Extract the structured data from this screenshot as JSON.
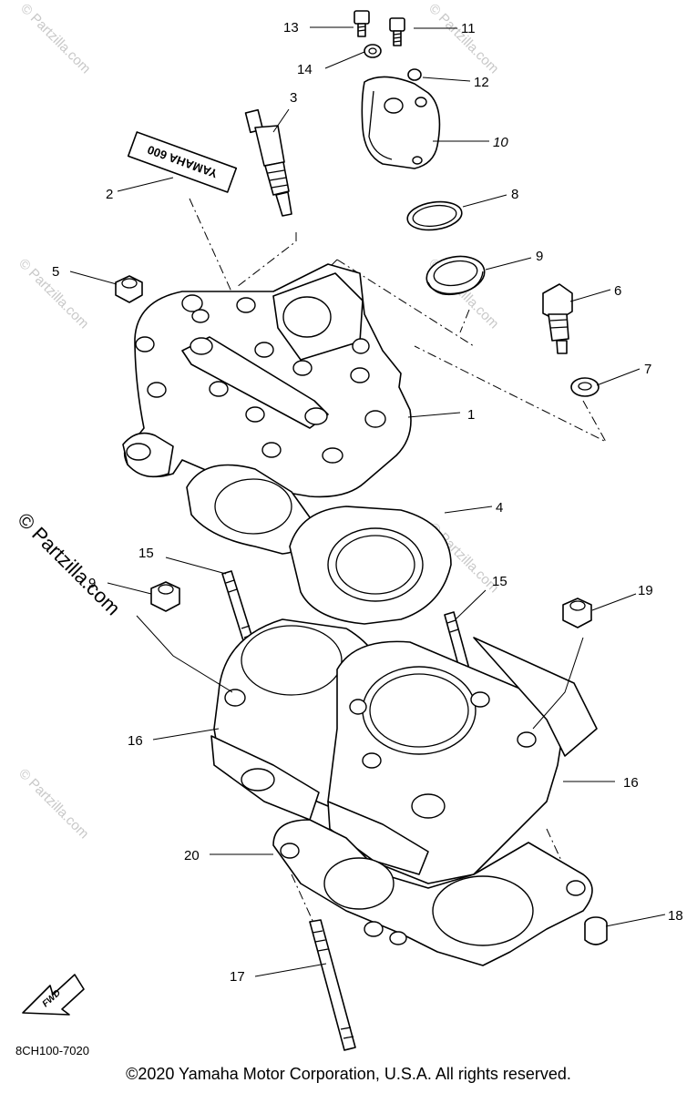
{
  "callouts": {
    "c1": "1",
    "c2": "2",
    "c3": "3",
    "c4": "4",
    "c5": "5",
    "c6": "6",
    "c7": "7",
    "c8": "8",
    "c9": "9",
    "c10": "10",
    "c11": "11",
    "c12": "12",
    "c13": "13",
    "c14": "14",
    "c15a": "15",
    "c15b": "15",
    "c16a": "16",
    "c16b": "16",
    "c17": "17",
    "c18": "18",
    "c19a": "9",
    "c19b": "19",
    "c20": "20"
  },
  "decal_text": "YAMAHA 600",
  "fwd_label": "FWD",
  "watermark": "© Partzilla.com",
  "diagram_code": "8CH100-7020",
  "copyright": "©2020 Yamaha Motor Corporation, U.S.A. All rights reserved."
}
